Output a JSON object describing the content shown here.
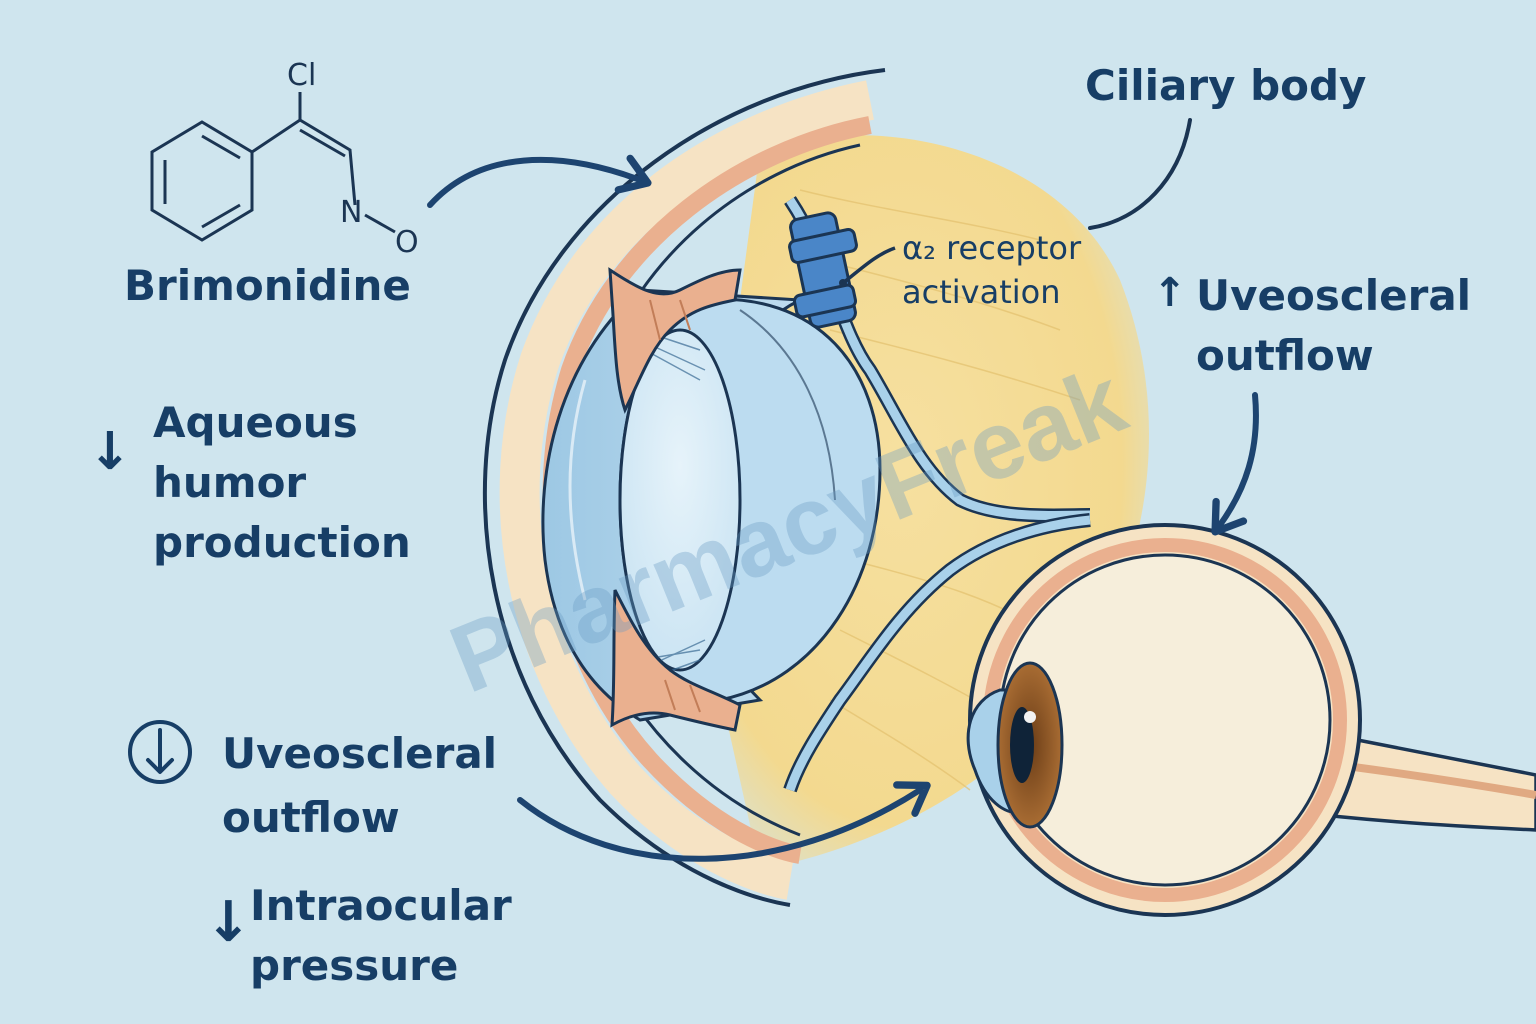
{
  "molecule": {
    "name": "Brimonidine",
    "atom_cl": "Cl",
    "atom_n": "N",
    "atom_o": "O"
  },
  "labels": {
    "aqueous_arrow": "↓",
    "aqueous_line1": "Aqueous",
    "aqueous_line2": "humor",
    "aqueous_line3": "production",
    "uveo_left_line1": "Uveoscleral",
    "uveo_left_line2": "outflow",
    "iop_arrow": "↓",
    "iop_line1": "Intraocular",
    "iop_line2": "pressure",
    "ciliary_body": "Ciliary body",
    "receptor_line1": "α₂ receptor",
    "receptor_line2": "activation",
    "uveo_right_arrow": "↑",
    "uveo_right_line1": "Uveoscleral",
    "uveo_right_line2": "outflow"
  },
  "watermark": "PharmacyFreak",
  "icons": {
    "down_circle": "circle-down-arrow-icon"
  },
  "colors": {
    "background": "#cfe5ee",
    "text": "#173e66",
    "arrow": "#1d4470",
    "tissue_beige": "#f6e3c4",
    "tissue_orange": "#eab08f",
    "lens_blue": "#a9d1ea",
    "ciliary_yellow": "#f4de9a",
    "iris_brown": "#8d5524"
  }
}
